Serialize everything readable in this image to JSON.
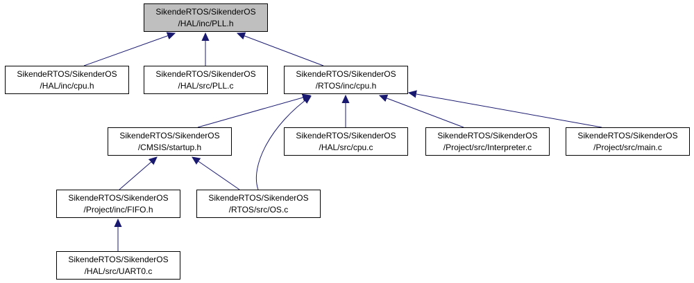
{
  "colors": {
    "root_fill": "#bfbfbf",
    "node_fill": "#ffffff",
    "edge": "#191970",
    "border": "#000000"
  },
  "nodes": {
    "pll_h": {
      "line1": "SikendeRTOS/SikenderOS",
      "line2": "/HAL/inc/PLL.h"
    },
    "hal_cpu_h": {
      "line1": "SikendeRTOS/SikenderOS",
      "line2": "/HAL/inc/cpu.h"
    },
    "hal_pll_c": {
      "line1": "SikendeRTOS/SikenderOS",
      "line2": "/HAL/src/PLL.c"
    },
    "rtos_cpu_h": {
      "line1": "SikendeRTOS/SikenderOS",
      "line2": "/RTOS/inc/cpu.h"
    },
    "startup_h": {
      "line1": "SikendeRTOS/SikenderOS",
      "line2": "/CMSIS/startup.h"
    },
    "hal_cpu_c": {
      "line1": "SikendeRTOS/SikenderOS",
      "line2": "/HAL/src/cpu.c"
    },
    "interp_c": {
      "line1": "SikendeRTOS/SikenderOS",
      "line2": "/Project/src/Interpreter.c"
    },
    "main_c": {
      "line1": "SikendeRTOS/SikenderOS",
      "line2": "/Project/src/main.c"
    },
    "fifo_h": {
      "line1": "SikendeRTOS/SikenderOS",
      "line2": "/Project/inc/FIFO.h"
    },
    "os_c": {
      "line1": "SikendeRTOS/SikenderOS",
      "line2": "/RTOS/src/OS.c"
    },
    "uart0_c": {
      "line1": "SikendeRTOS/SikenderOS",
      "line2": "/HAL/src/UART0.c"
    }
  }
}
